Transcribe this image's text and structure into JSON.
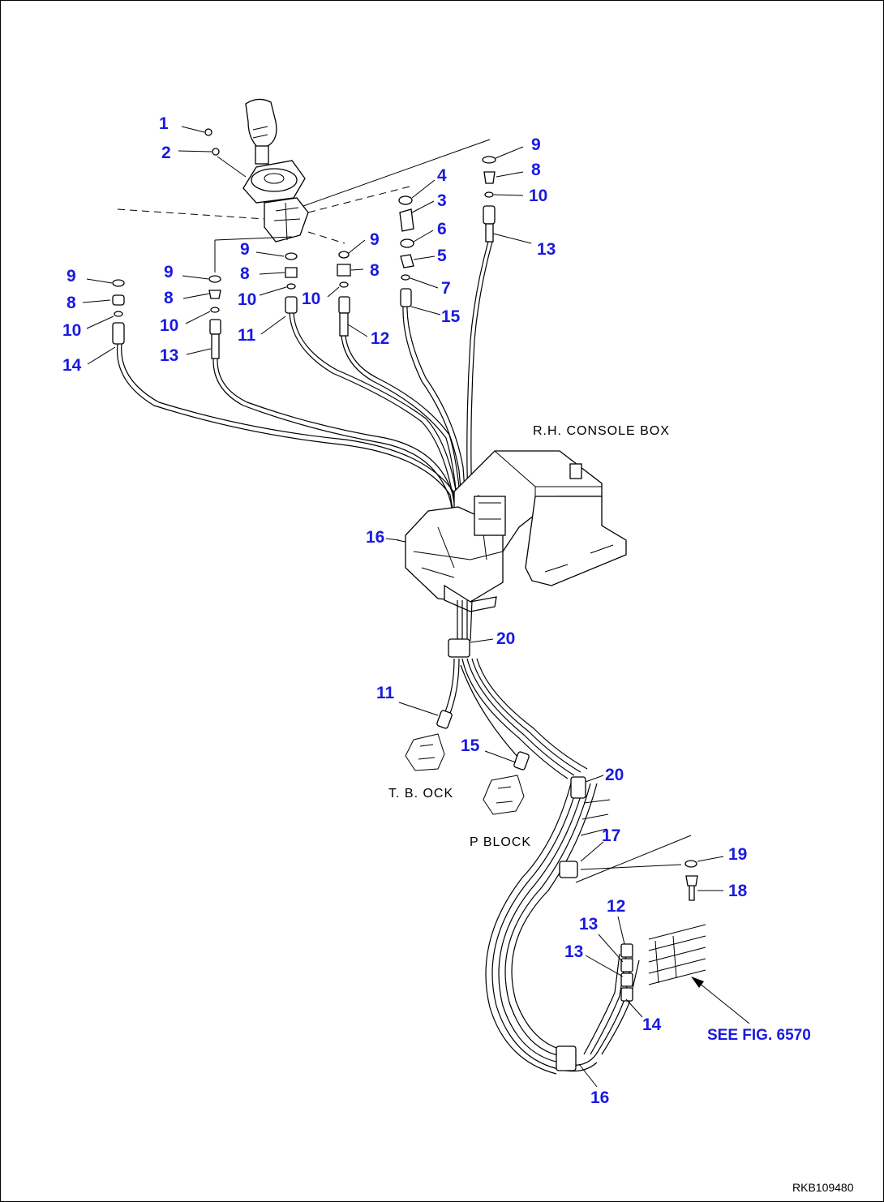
{
  "labels": {
    "n1": "1",
    "n2": "2",
    "n3": "3",
    "n4": "4",
    "n5": "5",
    "n6": "6",
    "n7": "7",
    "n8a": "8",
    "n8b": "8",
    "n8c": "8",
    "n8d": "8",
    "n8e": "8",
    "n9a": "9",
    "n9b": "9",
    "n9c": "9",
    "n9d": "9",
    "n9e": "9",
    "n10a": "10",
    "n10b": "10",
    "n10c": "10",
    "n10d": "10",
    "n10e": "10",
    "n11a": "11",
    "n11b": "11",
    "n12a": "12",
    "n12b": "12",
    "n13a": "13",
    "n13b": "13",
    "n13c": "13",
    "n13d": "13",
    "n14a": "14",
    "n14b": "14",
    "n15a": "15",
    "n15b": "15",
    "n16a": "16",
    "n16b": "16",
    "n17": "17",
    "n18": "18",
    "n19": "19",
    "n20a": "20",
    "n20b": "20"
  },
  "texts": {
    "console_box": "R.H. CONSOLE BOX",
    "t_block": "T. B. OCK",
    "p_block": "P BLOCK",
    "see_fig": "SEE FIG. 6570",
    "drawing_code": "RKB109480"
  }
}
